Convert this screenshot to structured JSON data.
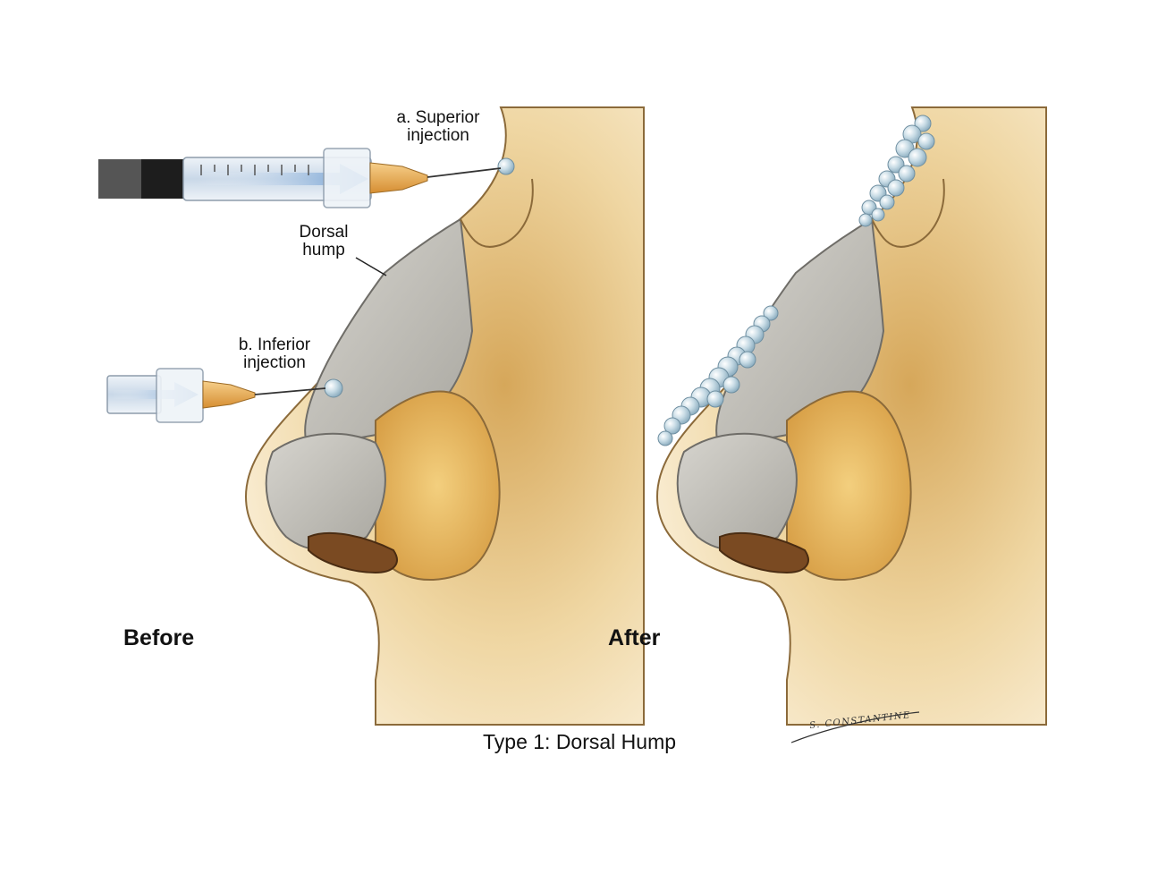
{
  "callouts": {
    "superior": [
      "a. Superior",
      "injection"
    ],
    "dorsal": [
      "Dorsal",
      "hump"
    ],
    "inferior": [
      "b. Inferior",
      "injection"
    ]
  },
  "panels": {
    "before": "Before",
    "after": "After"
  },
  "caption": "Type 1: Dorsal Hump",
  "signature": "S. CONSTANTINE",
  "colors": {
    "skin": "#f0ddb2",
    "skin_deep": "#d8ad62",
    "bone": "#b9b7b0",
    "fat": "#e6b55a",
    "filler": "#a9c6d6",
    "syringe_blue": "#6e9fd1",
    "needle_hub": "#e7a54a"
  }
}
